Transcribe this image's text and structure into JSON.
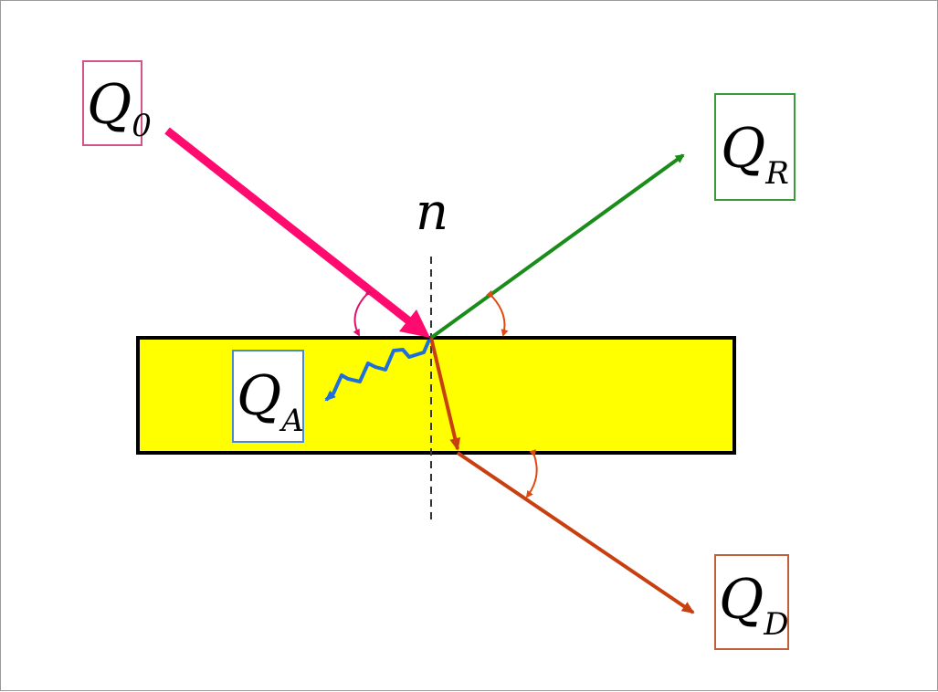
{
  "labels": {
    "q0": {
      "main": "Q",
      "sub": "0"
    },
    "qr": {
      "main": "Q",
      "sub": "R"
    },
    "qa": {
      "main": "Q",
      "sub": "A"
    },
    "qd": {
      "main": "Q",
      "sub": "D"
    },
    "normal": "n"
  },
  "colors": {
    "slab_fill": "#ffff00",
    "slab_border": "#000000",
    "incident": "#ff0a6e",
    "reflected": "#1a8c1a",
    "absorbed": "#1e6fd9",
    "transmitted": "#c84010",
    "angle_incident": "#e0106a",
    "angle_other": "#e04a10",
    "normal_line": "#333333"
  }
}
